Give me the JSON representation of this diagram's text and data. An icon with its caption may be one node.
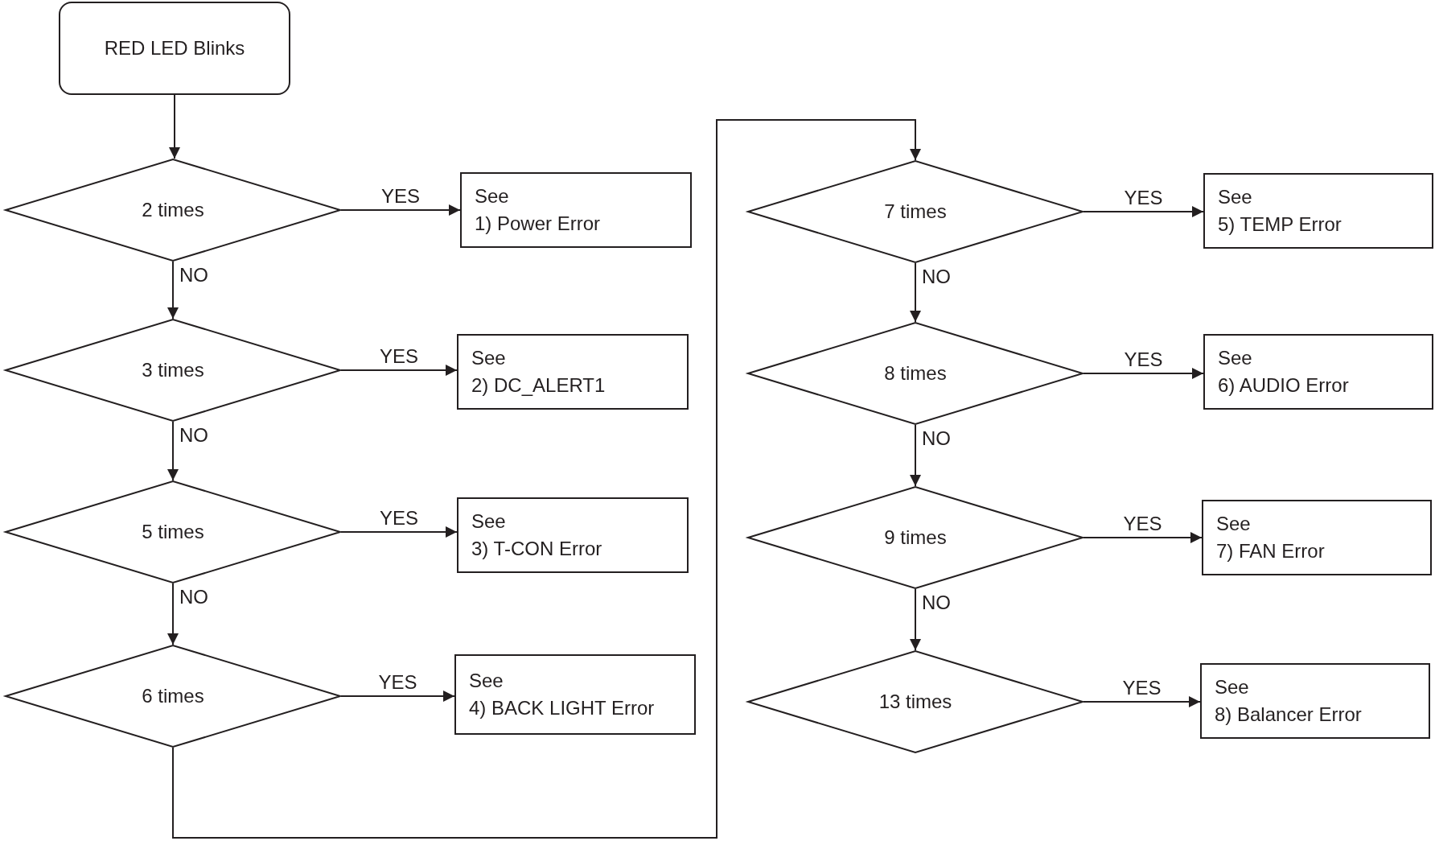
{
  "diagram": {
    "nodes": [
      {
        "text": [
          "RED LED Blinks"
        ]
      },
      {
        "text": [
          "2 times"
        ]
      },
      {
        "text": [
          "See",
          "1) Power Error"
        ]
      },
      {
        "text": [
          "3 times"
        ]
      },
      {
        "text": [
          "See",
          "2) DC_ALERT1"
        ]
      },
      {
        "text": [
          "5 times"
        ]
      },
      {
        "text": [
          "See",
          "3) T-CON Error"
        ]
      },
      {
        "text": [
          "6 times"
        ]
      },
      {
        "text": [
          "See",
          "4) BACK LIGHT Error"
        ]
      },
      {
        "text": [
          "7 times"
        ]
      },
      {
        "text": [
          "See",
          "5) TEMP Error"
        ]
      },
      {
        "text": [
          "8 times"
        ]
      },
      {
        "text": [
          "See",
          "6) AUDIO Error"
        ]
      },
      {
        "text": [
          "9 times"
        ]
      },
      {
        "text": [
          "See",
          "7) FAN Error"
        ]
      },
      {
        "text": [
          "13 times"
        ]
      },
      {
        "text": [
          "See",
          "8) Balancer Error"
        ]
      }
    ],
    "edges": [
      {
        "from": 0,
        "to": 1,
        "arrow": "to"
      },
      {
        "from": 1,
        "to": 2,
        "arrow": "to",
        "label": "YES"
      },
      {
        "from": 1,
        "to": 3,
        "arrow": "to",
        "label": "NO"
      },
      {
        "from": 3,
        "to": 4,
        "arrow": "to",
        "label": "YES"
      },
      {
        "from": 3,
        "to": 5,
        "arrow": "to",
        "label": "NO"
      },
      {
        "from": 5,
        "to": 6,
        "arrow": "to",
        "label": "YES"
      },
      {
        "from": 5,
        "to": 7,
        "arrow": "to",
        "label": "NO"
      },
      {
        "from": 7,
        "to": 8,
        "arrow": "to",
        "label": "YES"
      },
      {
        "from": 7,
        "to": 9,
        "arrow": "to"
      },
      {
        "from": 9,
        "to": 10,
        "arrow": "to",
        "label": "YES"
      },
      {
        "from": 9,
        "to": 11,
        "arrow": "to",
        "label": "NO"
      },
      {
        "from": 11,
        "to": 12,
        "arrow": "to",
        "label": "YES"
      },
      {
        "from": 11,
        "to": 13,
        "arrow": "to",
        "label": "NO"
      },
      {
        "from": 13,
        "to": 14,
        "arrow": "to",
        "label": "YES"
      },
      {
        "from": 13,
        "to": 15,
        "arrow": "to",
        "label": "NO"
      },
      {
        "from": 15,
        "to": 16,
        "arrow": "to",
        "label": "YES"
      }
    ]
  }
}
